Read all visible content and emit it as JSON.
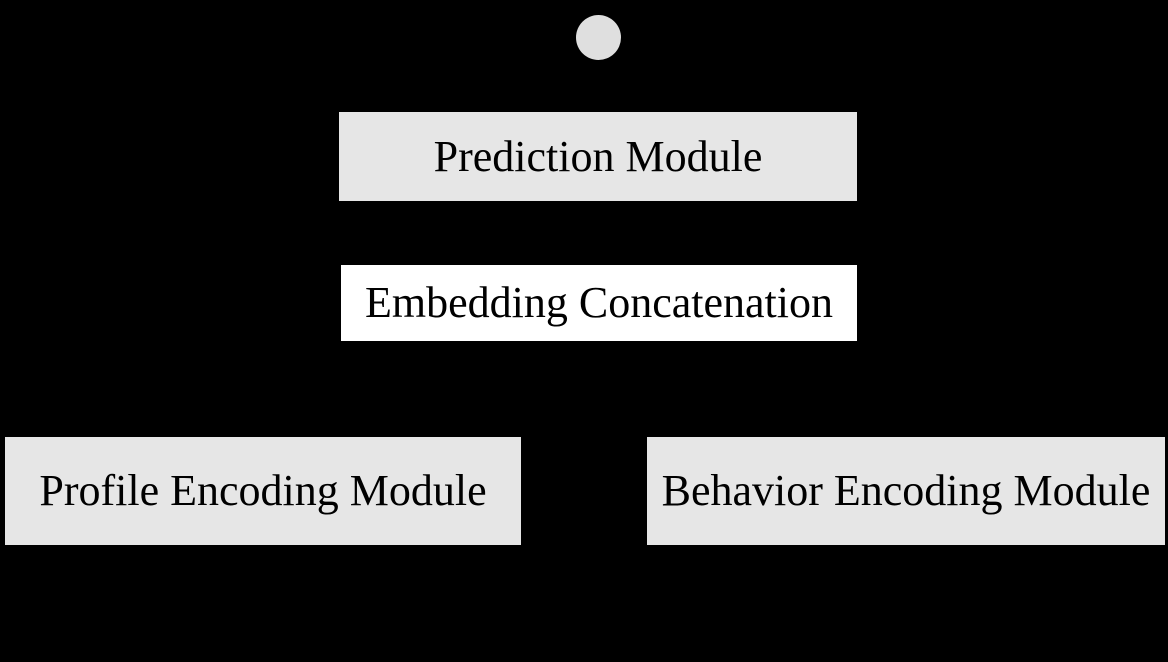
{
  "page": {
    "background_color": "#000000",
    "text_color": "#000000"
  },
  "diagram": {
    "type": "architecture-block-diagram",
    "nodes": [
      {
        "id": "output-dot",
        "shape": "circle",
        "label": "",
        "fill": "#dfdfdf"
      },
      {
        "id": "prediction-module",
        "shape": "rect",
        "label": "Prediction Module",
        "fill": "#e6e6e6"
      },
      {
        "id": "embedding-concatenation",
        "shape": "rect",
        "label": "Embedding Concatenation",
        "fill": "#ffffff"
      },
      {
        "id": "profile-encoding-module",
        "shape": "rect",
        "label": "Profile Encoding Module",
        "fill": "#e6e6e6"
      },
      {
        "id": "behavior-encoding-module",
        "shape": "rect",
        "label": "Behavior Encoding Module",
        "fill": "#e6e6e6"
      }
    ]
  }
}
